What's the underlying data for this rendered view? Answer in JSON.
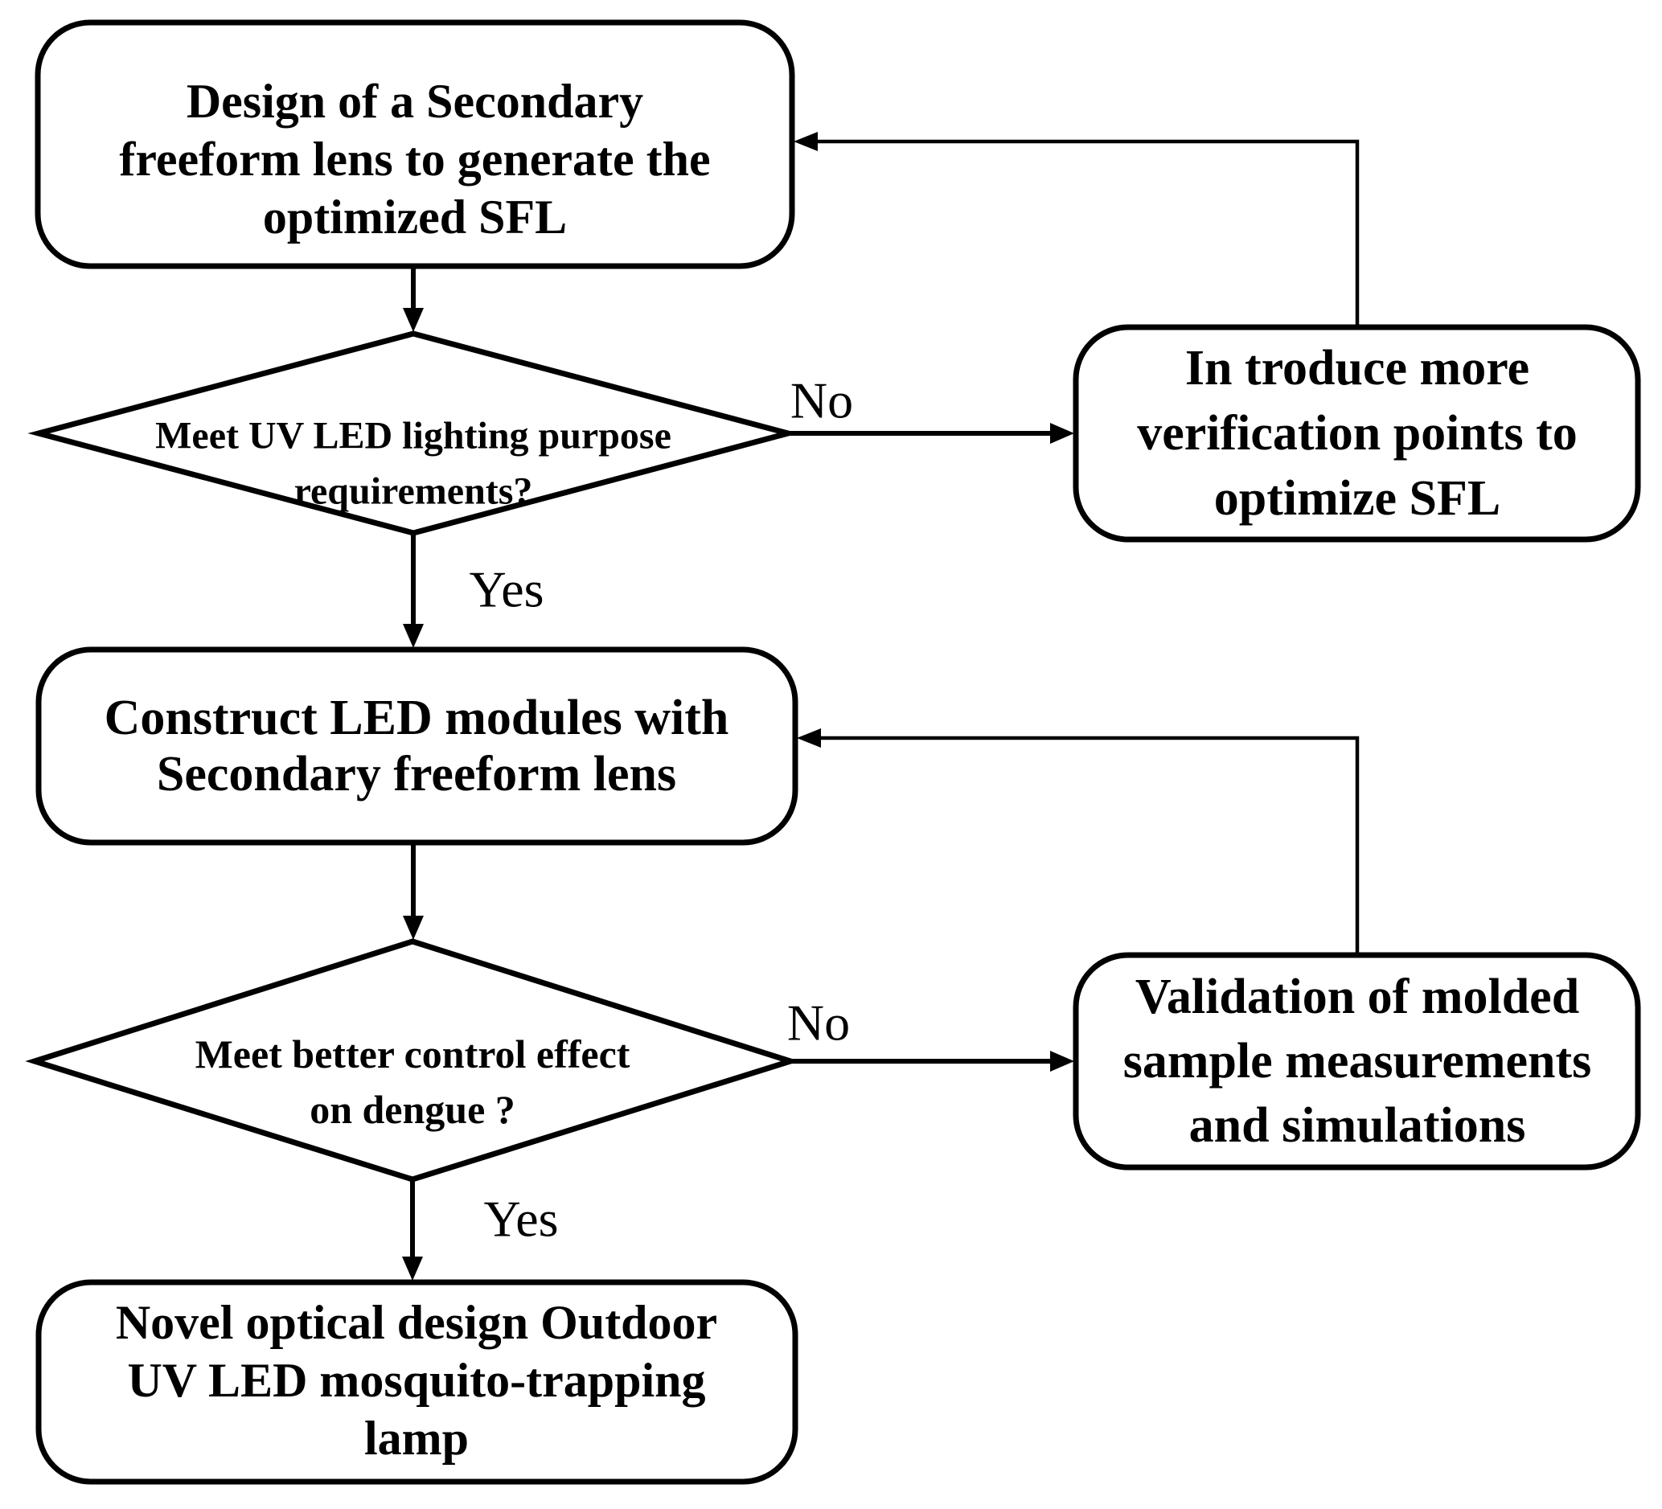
{
  "colors": {
    "background": "#ffffff",
    "line": "#000000",
    "text": "#000000"
  },
  "nodes": {
    "design_sfl": {
      "type": "process",
      "lines": [
        "Design of a Secondary",
        "freeform lens to generate the",
        "optimized SFL"
      ]
    },
    "uv_requirements": {
      "type": "decision",
      "lines": [
        "Meet UV LED lighting purpose",
        "requirements?"
      ]
    },
    "introduce_points": {
      "type": "process",
      "lines": [
        "In troduce more",
        "verification points to",
        "optimize SFL"
      ]
    },
    "construct_modules": {
      "type": "process",
      "lines": [
        "Construct LED modules with",
        "Secondary freeform lens"
      ]
    },
    "dengue_control": {
      "type": "decision",
      "lines": [
        "Meet better control effect",
        "on dengue ?"
      ]
    },
    "validation": {
      "type": "process",
      "lines": [
        "Validation of molded",
        "sample measurements",
        "and simulations"
      ]
    },
    "novel_lamp": {
      "type": "process",
      "lines": [
        "Novel optical design Outdoor",
        "UV LED mosquito-trapping",
        "lamp"
      ]
    }
  },
  "labels": {
    "no_1": "No",
    "yes_1": "Yes",
    "no_2": "No",
    "yes_2": "Yes"
  }
}
